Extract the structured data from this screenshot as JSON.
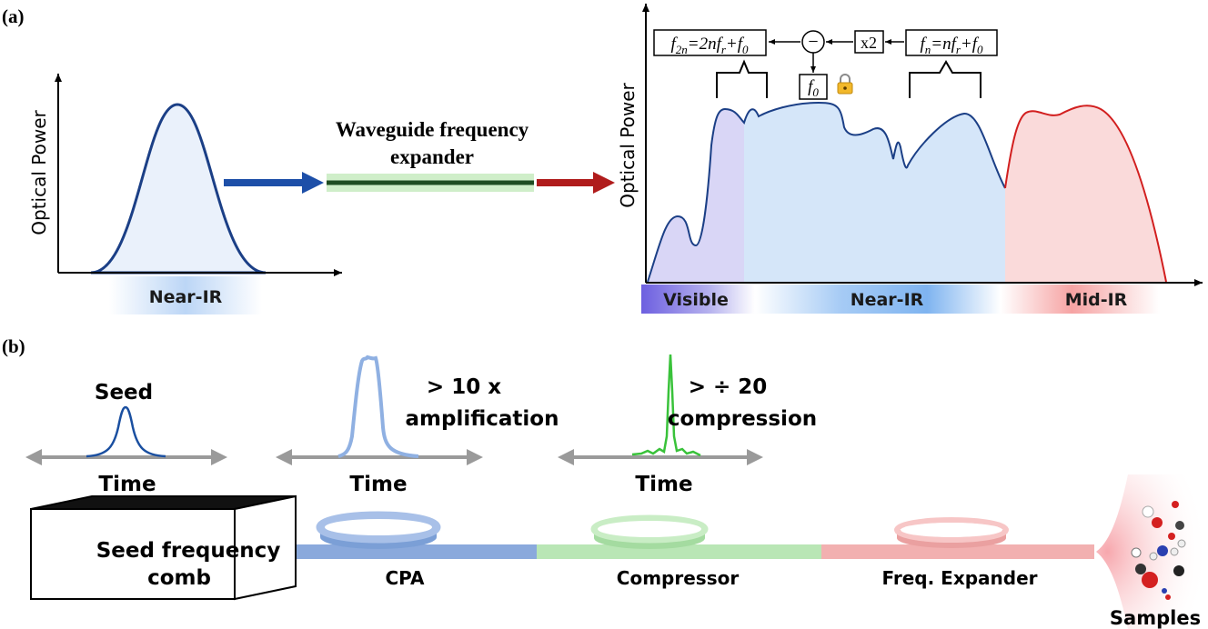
{
  "panel_a": {
    "label": "(a)",
    "input_spectrum": {
      "ylabel": "Optical Power",
      "band_label": "Near-IR"
    },
    "waveguide_label_line1": "Waveguide frequency",
    "waveguide_label_line2": "expander",
    "output_spectrum": {
      "ylabel": "Optical Power",
      "bands": {
        "visible": "Visible",
        "near_ir": "Near-IR",
        "mid_ir": "Mid-IR"
      },
      "colors": {
        "visible": "#b8b4ef",
        "near_ir": "#9fc6f3",
        "mid_ir": "#f6a6a6"
      }
    },
    "fceo": {
      "f2n_lhs": "f",
      "f2n_sub": "2n",
      "f2n_rhs1": "=2nf",
      "f2n_rsub": "r",
      "f2n_plus": "+f",
      "f2n_zero": "0",
      "fn_lhs": "f",
      "fn_sub": "n",
      "fn_rhs1": "=nf",
      "fn_rsub": "r",
      "fn_plus": "+f",
      "fn_zero": "0",
      "x2": "x2",
      "minus": "−",
      "f0": "f",
      "f0_sub": "0"
    }
  },
  "panel_b": {
    "label": "(b)",
    "pulses": [
      {
        "title_line1": "Seed",
        "title_line2": "",
        "xlabel": "Time",
        "color": "#1a4fa0"
      },
      {
        "title_line1": "> 10 x",
        "title_line2": "amplification",
        "xlabel": "Time",
        "color": "#8fb0e2"
      },
      {
        "title_line1": "> ÷ 20",
        "title_line2": "compression",
        "xlabel": "Time",
        "color": "#39c23a"
      }
    ],
    "seed_box_line1": "Seed frequency",
    "seed_box_line2": "comb",
    "stages": [
      {
        "label": "CPA",
        "color": "#8aa9dc"
      },
      {
        "label": "Compressor",
        "color": "#b9e6b5"
      },
      {
        "label": "Freq. Expander",
        "color": "#f2b0b0"
      }
    ],
    "samples_label": "Samples"
  }
}
